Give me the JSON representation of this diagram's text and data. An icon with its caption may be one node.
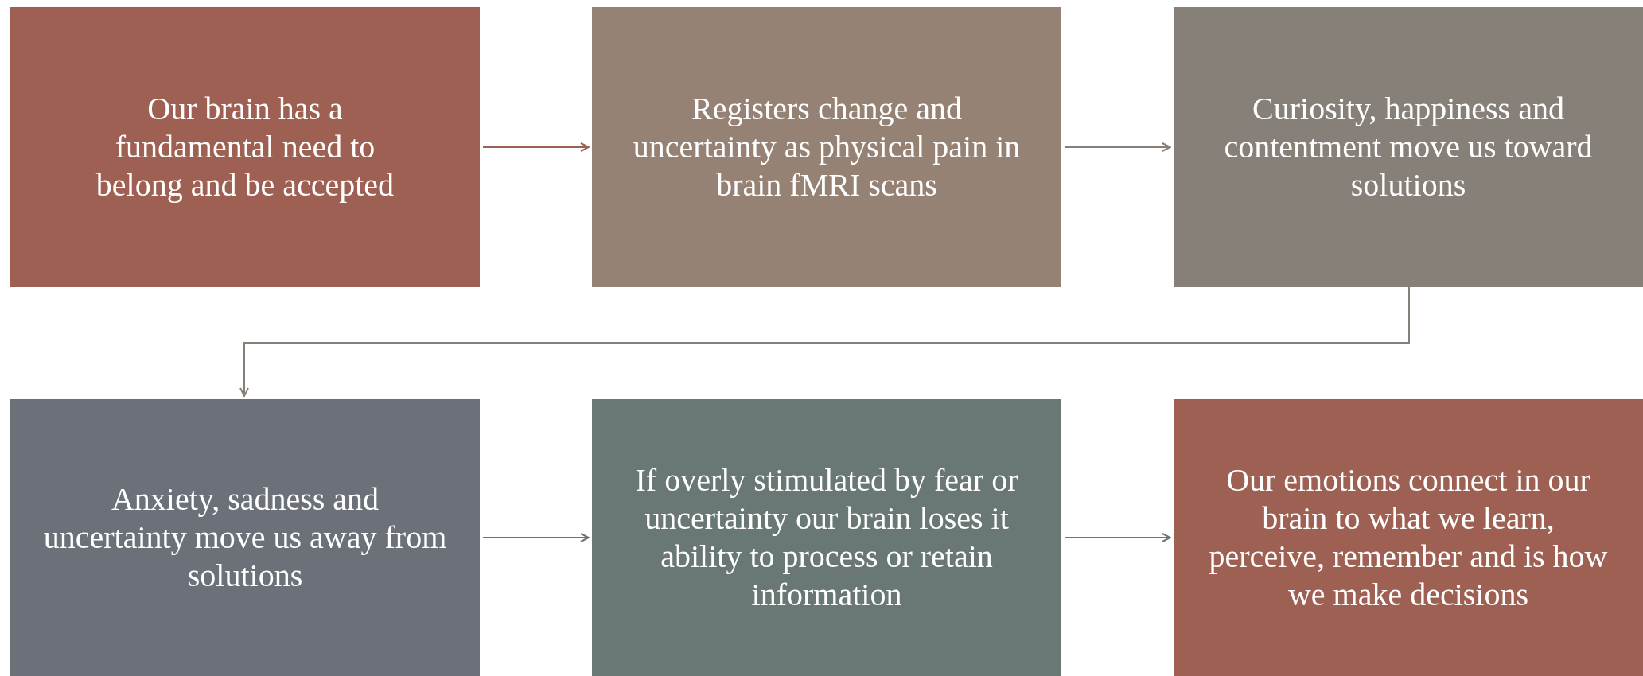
{
  "diagram": {
    "nodes": [
      {
        "text": [
          "Our brain has a fundamental need to belong and be accepted"
        ]
      },
      {
        "text": [
          "Registers change and uncertainty as physical pain in brain fMRI scans"
        ]
      },
      {
        "text": [
          "Curiosity, happiness and contentment move us toward solutions"
        ]
      },
      {
        "text": [
          "Anxiety, sadness and uncertainty move us away from solutions"
        ]
      },
      {
        "text": [
          "If overly stimulated by fear or uncertainty our brain loses it ability to process or retain information"
        ]
      },
      {
        "text": [
          "Our emotions connect in our brain to what we learn, perceive, remember and is how we make decisions"
        ]
      }
    ],
    "edges": [
      {
        "from": 0,
        "to": 1,
        "arrow": "to",
        "color": "#9e6052"
      },
      {
        "from": 1,
        "to": 2,
        "arrow": "to",
        "color": "#878079"
      },
      {
        "from": 2,
        "to": 3,
        "arrow": "to",
        "color": "#878079"
      },
      {
        "from": 3,
        "to": 4,
        "arrow": "to",
        "color": "#6b7079"
      },
      {
        "from": 4,
        "to": 5,
        "arrow": "to",
        "color": "#697775"
      }
    ]
  }
}
